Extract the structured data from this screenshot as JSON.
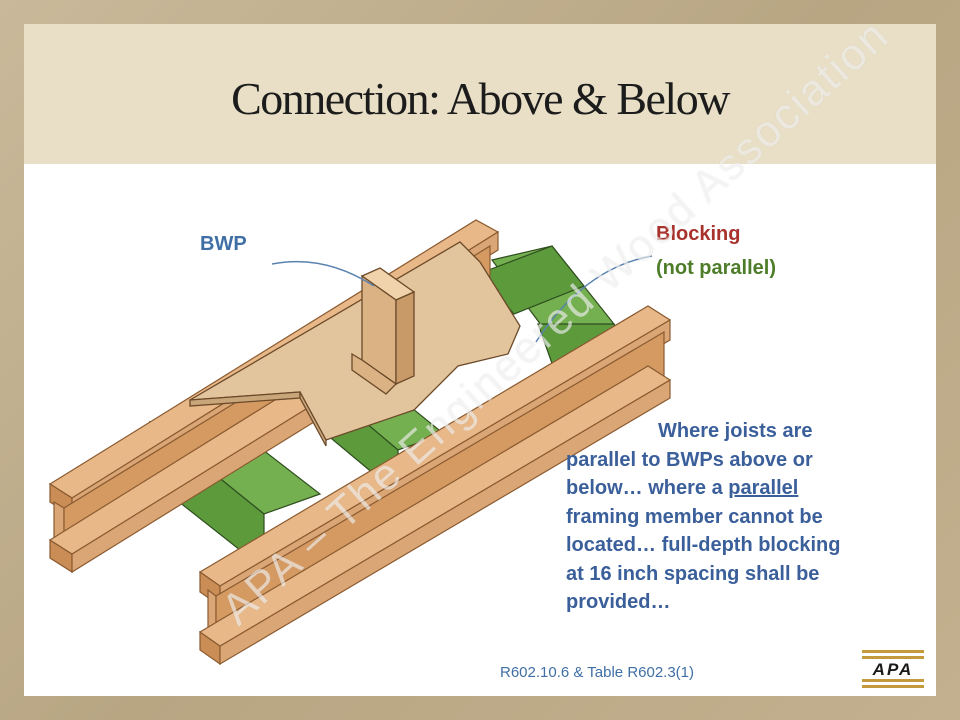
{
  "slide": {
    "title": "Connection: Above & Below"
  },
  "labels": {
    "bwp": "BWP",
    "blocking": "Blocking",
    "not_parallel": "(not parallel)"
  },
  "body": {
    "line1": "Where joists are",
    "line2": "parallel to BWPs above or",
    "line3_a": "below… where a ",
    "line3_b": "parallel",
    "line4": "framing member cannot be",
    "line5": "located… full-depth blocking",
    "line6": "at 16 inch spacing shall be",
    "line7": "provided…"
  },
  "citation": "R602.10.6 & Table R602.3(1)",
  "logo_text": "APA",
  "watermark": "APA – The Engineered Wood Association",
  "colors": {
    "title_band": "#e8dfc6",
    "frame": "#b8a683",
    "joist_wood": "#dba675",
    "blocking_green": "#5c9a3c",
    "panel": "#e3c59d",
    "label_blue": "#3f6fa5",
    "label_red": "#a8322c",
    "label_green": "#4e7d2a"
  }
}
